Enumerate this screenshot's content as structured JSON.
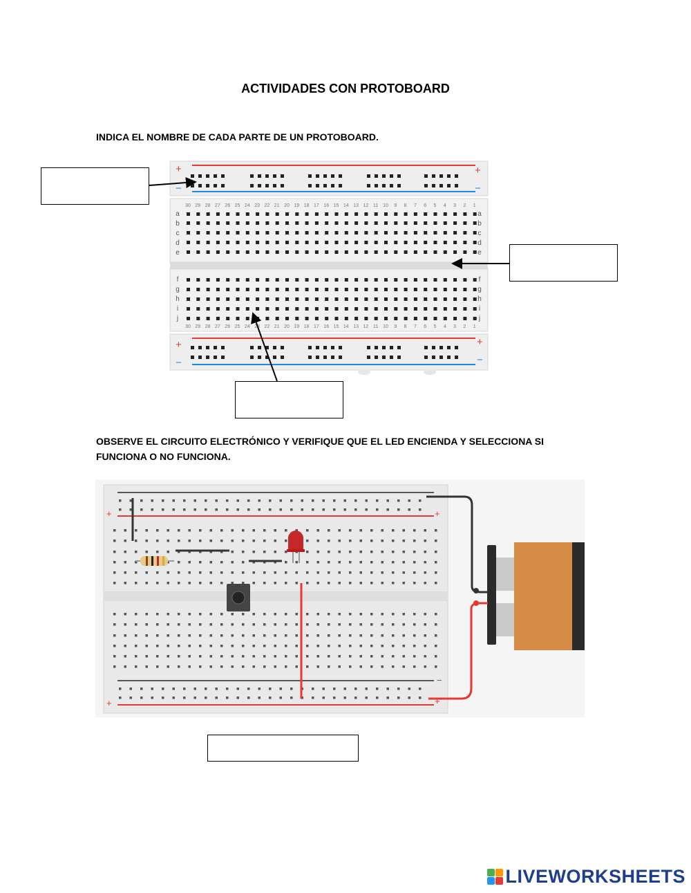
{
  "title": "ACTIVIDADES CON PROTOBOARD",
  "question1": "INDICA EL NOMBRE DE CADA PARTE DE UN PROTOBOARD.",
  "question2": "OBSERVE EL CIRCUITO ELECTRÓNICO Y VERIFIQUE QUE EL LED ENCIENDA Y SELECCIONA SI FUNCIONA O NO FUNCIONA.",
  "answers": {
    "box1": "",
    "box2": "",
    "box3": "",
    "box4": ""
  },
  "board1": {
    "plus": "+",
    "minus": "−",
    "row_letters_top": [
      "a",
      "b",
      "c",
      "d",
      "e"
    ],
    "row_letters_bottom": [
      "f",
      "g",
      "h",
      "i",
      "j"
    ],
    "columns_count": 30
  },
  "board2": {
    "plus": "+",
    "minus": "−"
  },
  "brand": "LIVEWORKSHEETS",
  "colors": {
    "rail_red": "#e53935",
    "rail_blue": "#1e88e5",
    "wire_black": "#333333",
    "battery": "#d68b47"
  }
}
